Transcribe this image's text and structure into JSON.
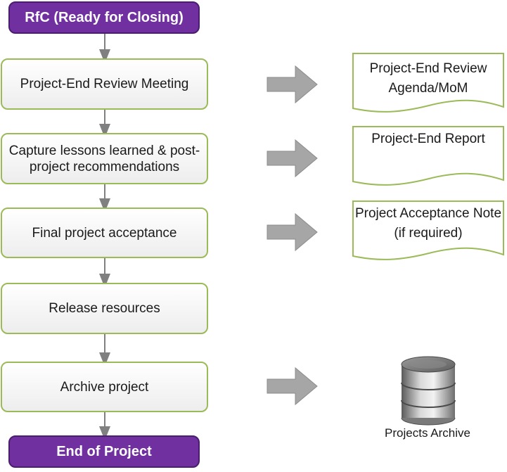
{
  "start": {
    "label": "RfC (Ready for Closing)"
  },
  "steps": [
    {
      "label": "Project-End Review Meeting"
    },
    {
      "label": "Capture lessons learned & post-project recommendations"
    },
    {
      "label": "Final project acceptance"
    },
    {
      "label": "Release  resources"
    },
    {
      "label": "Archive project"
    }
  ],
  "end": {
    "label": "End of Project"
  },
  "outputs": [
    {
      "label": "Project-End Review Agenda/MoM"
    },
    {
      "label": "Project-End Report"
    },
    {
      "label": "Project Acceptance Note (if  required)"
    }
  ],
  "archive": {
    "label": "Projects Archive",
    "icon": "database-icon"
  },
  "colors": {
    "terminal_fill": "#7030a0",
    "step_border": "#9bbb59",
    "doc_border": "#9bbb59",
    "arrow_fill": "#a6a6a6",
    "connector": "#808080"
  }
}
